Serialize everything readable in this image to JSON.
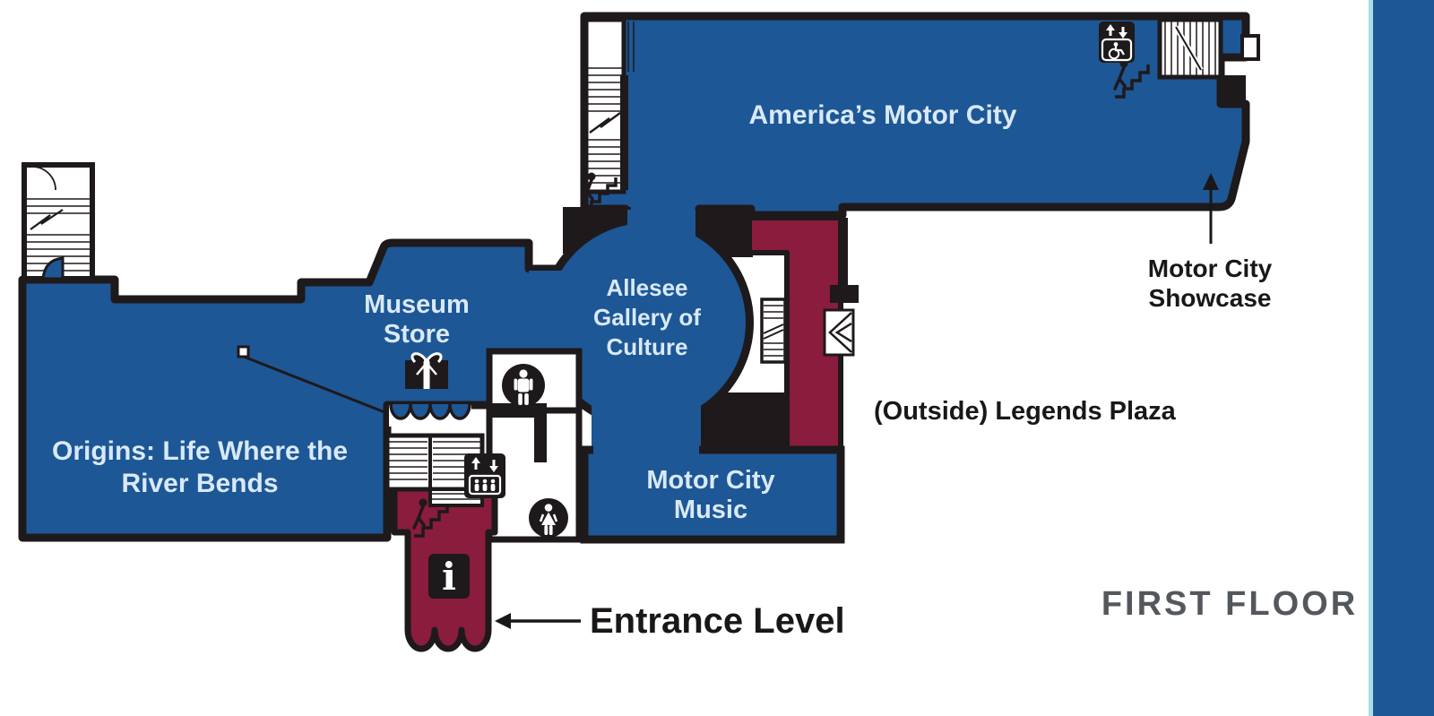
{
  "map": {
    "rooms": {
      "americas_motor_city": {
        "label": "America’s Motor City"
      },
      "origins": {
        "line1": "Origins: Life Where the",
        "line2": "River Bends"
      },
      "museum_store": {
        "line1": "Museum",
        "line2": "Store"
      },
      "allesee_gallery": {
        "line1": "Allesee",
        "line2": "Gallery of",
        "line3": "Culture"
      },
      "motor_city_music": {
        "line1": "Motor City",
        "line2": "Music"
      }
    },
    "annotations": {
      "motor_city_showcase": {
        "line1": "Motor City",
        "line2": "Showcase"
      },
      "legends_plaza": {
        "label": "(Outside) Legends Plaza"
      },
      "entrance_level": {
        "label": "Entrance Level"
      }
    },
    "floor_title": "FIRST FLOOR",
    "icons": {
      "information_glyph": "i",
      "accessible_elevator": "wheelchair-elevator",
      "elevator": "elevator-with-passengers",
      "mens_restroom": "man-figure",
      "womens_restroom": "woman-figure",
      "museum_store_gift": "gift-box",
      "stairs_climber": "person-climbing-stairs"
    },
    "colors": {
      "exhibit_blue": "#1d5795",
      "circulation_maroon": "#8a1c3d",
      "wall_black": "#1e191b",
      "room_label_text": "#d9e9f8",
      "annotation_text": "#1a1718",
      "floor_title_gray": "#54585c",
      "sidebar_blue": "#1d5795",
      "sidebar_edge": "#a9dce4"
    }
  }
}
